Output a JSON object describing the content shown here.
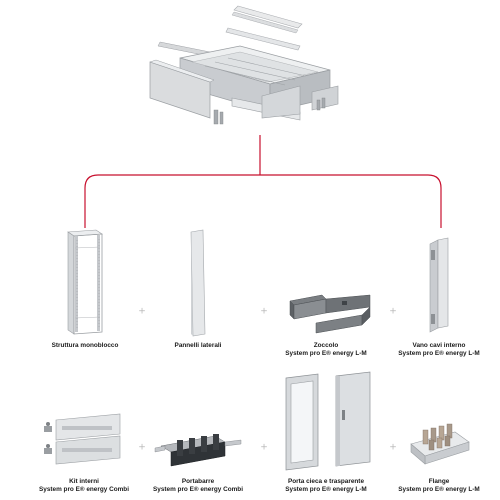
{
  "diagram": {
    "connector_color": "#c8102e",
    "plus_symbol": "+",
    "components": [
      {
        "id": "struttura",
        "label": "Struttura monoblocco",
        "sublabel": ""
      },
      {
        "id": "pannelli",
        "label": "Pannelli laterali",
        "sublabel": ""
      },
      {
        "id": "zoccolo",
        "label": "Zoccolo",
        "sublabel": "System pro E® energy L-M"
      },
      {
        "id": "vano",
        "label": "Vano cavi interno",
        "sublabel": "System pro E® energy L-M"
      },
      {
        "id": "kit",
        "label": "Kit interni",
        "sublabel": "System pro E® energy Combi"
      },
      {
        "id": "portabarre",
        "label": "Portabarre",
        "sublabel": "System pro E® energy Combi"
      },
      {
        "id": "porta",
        "label": "Porta cieca e trasparente",
        "sublabel": "System pro E® energy L-M"
      },
      {
        "id": "flange",
        "label": "Flange",
        "sublabel": "System pro E® energy L-M"
      }
    ]
  }
}
